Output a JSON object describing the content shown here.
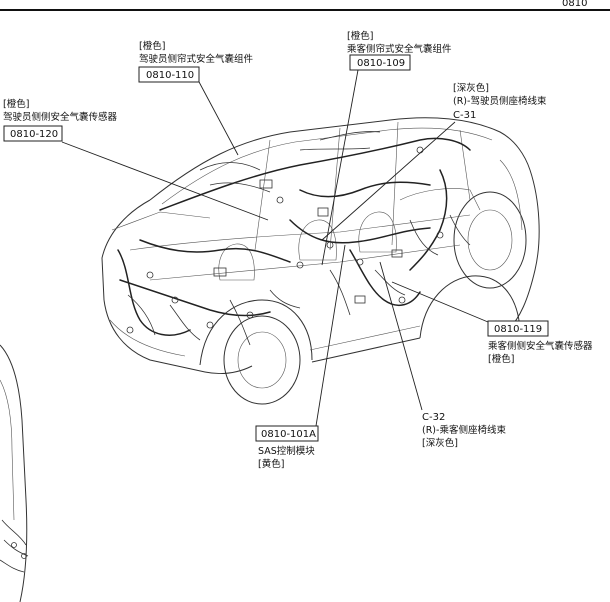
{
  "page_number": "0810",
  "callouts": {
    "driver_curtain": {
      "color": "[橙色]",
      "name": "驾驶员侧帘式安全气囊组件",
      "code": "0810-110"
    },
    "passenger_curtain": {
      "color": "[橙色]",
      "name": "乘客侧帘式安全气囊组件",
      "code": "0810-109"
    },
    "driver_side_sensor": {
      "color": "[橙色]",
      "name": "驾驶员侧侧安全气囊传感器",
      "code": "0810-120"
    },
    "driver_seat_harness": {
      "color": "[深灰色]",
      "name": "(R)-驾驶员侧座椅线束",
      "connector": "C-31"
    },
    "passenger_side_sensor": {
      "color": "[橙色]",
      "name": "乘客侧侧安全气囊传感器",
      "code": "0810-119"
    },
    "passenger_seat_harness": {
      "color": "[深灰色]",
      "name": "(R)-乘客侧座椅线束",
      "connector": "C-32"
    },
    "sas_module": {
      "color": "[黄色]",
      "name": "SAS控制模块",
      "code": "0810-101A"
    }
  }
}
